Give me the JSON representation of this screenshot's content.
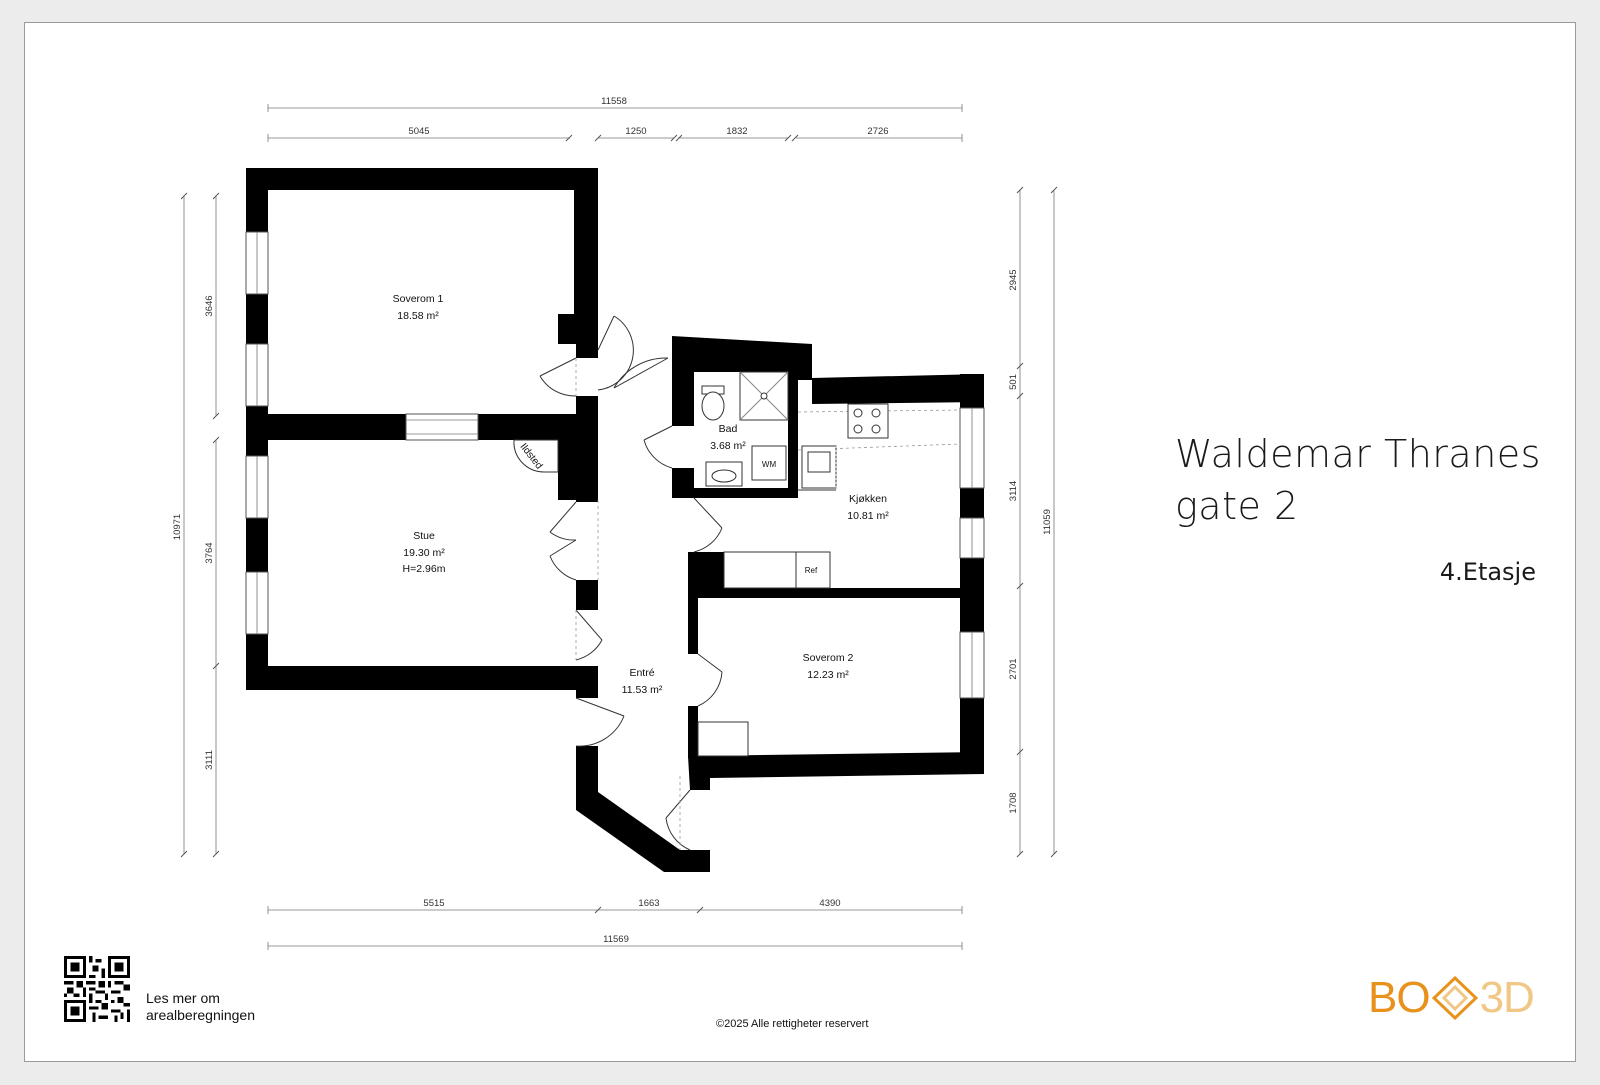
{
  "title_line1": "Waldemar Thranes",
  "title_line2": "gate 2",
  "floor": "4.Etasje",
  "qr_text_line1": "Les mer om",
  "qr_text_line2": "arealberegningen",
  "copyright": "©2025 Alle rettigheter reservert",
  "logo": {
    "left": "BO",
    "right": "3D",
    "color_primary": "#e8921b",
    "color_secondary": "#f0c784"
  },
  "dimensions": {
    "top_total": "11558",
    "top_segments": [
      "5045",
      "1250",
      "1832",
      "2726"
    ],
    "bottom_segments": [
      "5515",
      "1663",
      "4390"
    ],
    "bottom_total": "11569",
    "left_total": "10971",
    "left_segments": [
      "3646",
      "3764",
      "3111"
    ],
    "right_segments": [
      "2945",
      "501",
      "3114",
      "2701",
      "1708"
    ],
    "right_total": "11059"
  },
  "rooms": [
    {
      "name": "Soverom 1",
      "area": "18.58 m²"
    },
    {
      "name": "Stue",
      "area": "19.30 m²",
      "height": "H=2.96m"
    },
    {
      "name": "Bad",
      "area": "3.68 m²"
    },
    {
      "name": "Kjøkken",
      "area": "10.81 m²"
    },
    {
      "name": "Entré",
      "area": "11.53 m²"
    },
    {
      "name": "Soverom 2",
      "area": "12.23 m²"
    }
  ],
  "fixtures": {
    "fireplace": "Ildsted",
    "washer": "WM",
    "fridge": "Ref"
  }
}
